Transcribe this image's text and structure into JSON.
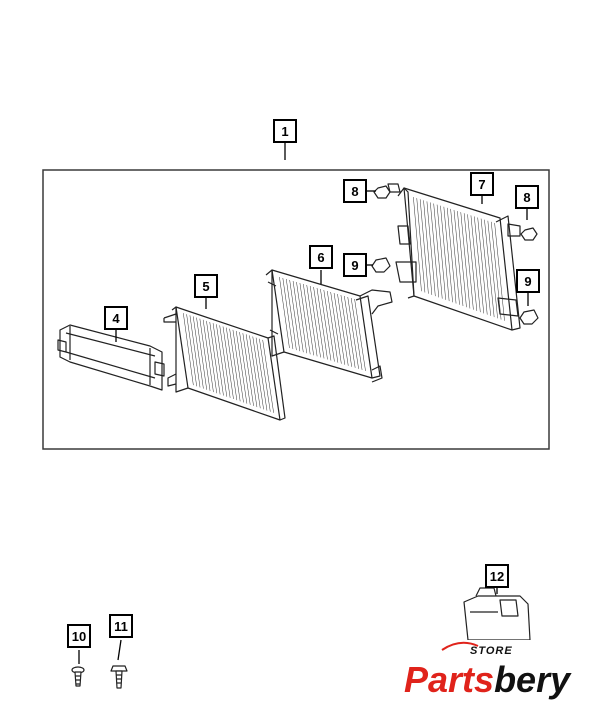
{
  "callouts": [
    {
      "id": "callout-1",
      "label": "1"
    },
    {
      "id": "callout-4",
      "label": "4"
    },
    {
      "id": "callout-5",
      "label": "5"
    },
    {
      "id": "callout-6",
      "label": "6"
    },
    {
      "id": "callout-7",
      "label": "7"
    },
    {
      "id": "callout-8a",
      "label": "8"
    },
    {
      "id": "callout-8b",
      "label": "8"
    },
    {
      "id": "callout-9a",
      "label": "9"
    },
    {
      "id": "callout-9b",
      "label": "9"
    },
    {
      "id": "callout-10",
      "label": "10"
    },
    {
      "id": "callout-11",
      "label": "11"
    },
    {
      "id": "callout-12",
      "label": "12"
    }
  ],
  "logo": {
    "store": "STORE",
    "brand_part1": "Parts",
    "brand_part2": "bery",
    "brand_color": "#e0231b",
    "text_color": "#111111"
  }
}
